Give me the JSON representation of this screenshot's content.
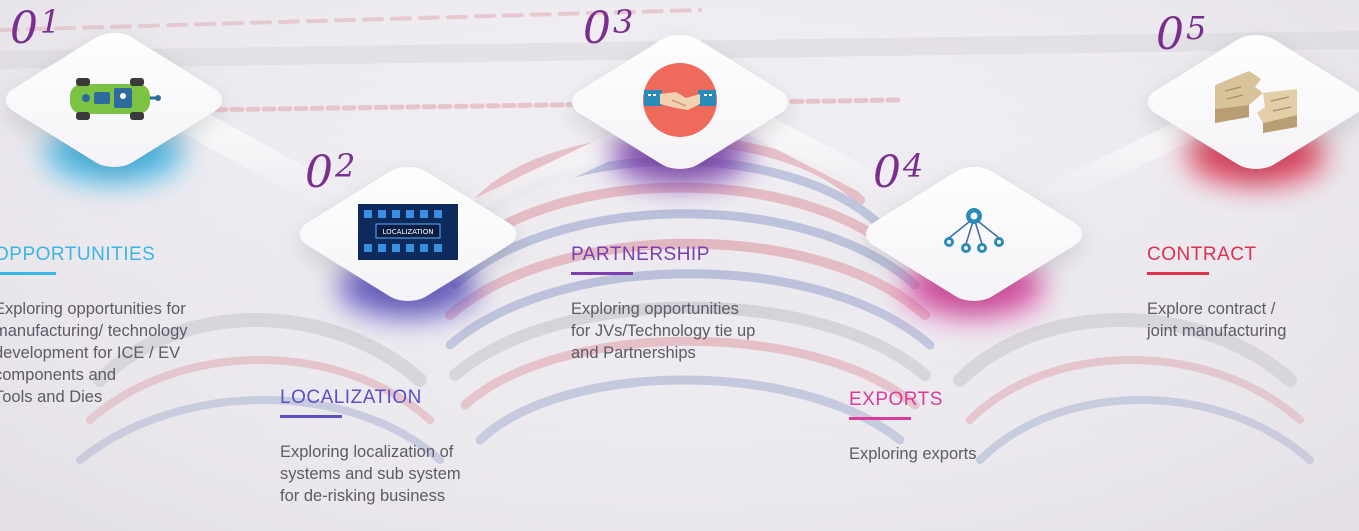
{
  "steps": [
    {
      "number_main": "0",
      "number_sub": "1",
      "heading": "OPPORTUNITIES",
      "description_lines": [
        "Exploring opportunities for",
        "manufacturing/ technology",
        "development for ICE / EV",
        "components and",
        "Tools and Dies"
      ],
      "color": "#3ab6e8",
      "icon": "ev-chassis-icon"
    },
    {
      "number_main": "0",
      "number_sub": "2",
      "heading": "LOCALIZATION",
      "description_lines": [
        "Exploring localization of",
        "systems and sub system",
        "for de-risking business"
      ],
      "color": "#5a4fc4",
      "icon": "localization-board-icon",
      "icon_text": "LOCALIZATION"
    },
    {
      "number_main": "0",
      "number_sub": "3",
      "heading": "PARTNERSHIP",
      "description_lines": [
        "Exploring opportunities",
        "for JVs/Technology tie up",
        "and Partnerships"
      ],
      "color": "#7b3fb0",
      "icon": "handshake-icon"
    },
    {
      "number_main": "0",
      "number_sub": "4",
      "heading": "EXPORTS",
      "description_lines": [
        "Exploring exports"
      ],
      "color": "#d93c9b",
      "icon": "export-network-icon"
    },
    {
      "number_main": "0",
      "number_sub": "5",
      "heading": "CONTRACT",
      "description_lines": [
        "Explore contract /",
        "joint manufacturing"
      ],
      "color": "#e0304f",
      "icon": "puzzle-blocks-icon"
    }
  ],
  "colors": {
    "number": "#7a2e8f",
    "body_text": "#5e5a66"
  }
}
